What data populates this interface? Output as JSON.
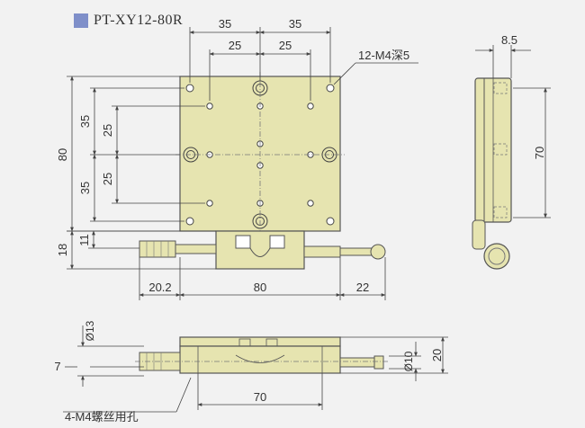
{
  "title": "PT-XY12-80R",
  "colors": {
    "accent": "#7f8fc9",
    "plate": "#e6e4b0",
    "stroke": "#555555",
    "dim": "#444444"
  },
  "dimensions": {
    "top_35_left": "35",
    "top_35_right": "35",
    "top_25_left": "25",
    "top_25_right": "25",
    "hole_note": "12-M4深5",
    "side_85": "8.5",
    "side_70": "70",
    "left_80": "80",
    "left_35_top": "35",
    "left_35_bottom": "35",
    "left_25_top": "25",
    "left_25_bottom": "25",
    "h_18": "18",
    "h_11": "11",
    "w_202": "20.2",
    "w_80": "80",
    "w_22": "22",
    "d13": "Ø13",
    "d7": "7",
    "d10": "Ø10",
    "h20": "20",
    "bottom_70": "70",
    "mount_note": "4-M4螺丝用孔"
  }
}
